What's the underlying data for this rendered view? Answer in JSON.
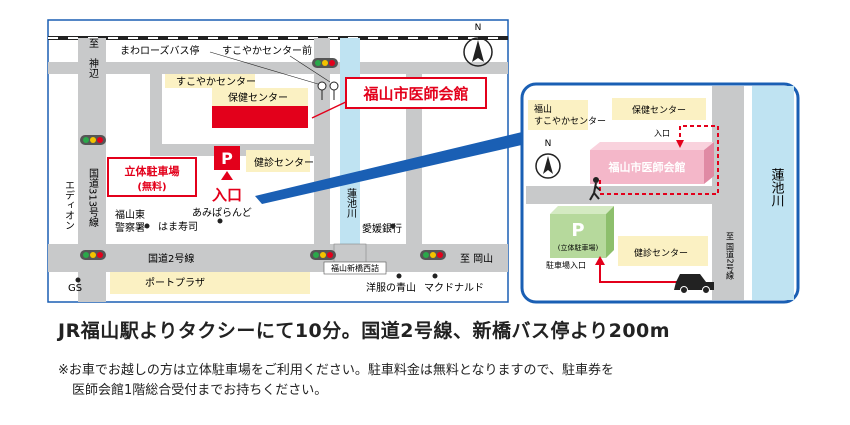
{
  "colors": {
    "red": "#e3001b",
    "blue": "#1a5fb4",
    "river": "#bfe3f2",
    "road": "#c8c9ca",
    "building": "#fbf1c3",
    "parking": "#b6d99c",
    "pink": "#f4b7c9"
  },
  "main_map": {
    "labels": {
      "to_kannabe": "至　神辺",
      "bus_stop_mawaro": "まわローズバス停",
      "bus_stop_sukoyaka": "すこやかセンター前",
      "sukoyaka_center": "すこやかセンター",
      "hoken_center": "保健センター",
      "ishikai_kaikan": "福山市医師会館",
      "parking_tower_line1": "立体駐車場",
      "parking_tower_line2": "(無料)",
      "parking_symbol": "P",
      "entrance": "入口",
      "kenshin_center": "健診センター",
      "route313": "国道313号線",
      "eddy_aeon": "エディオン",
      "police_line1": "福山東",
      "police_line2": "警察署",
      "hama_sushi": "はま寿司",
      "amipalando": "あみぱらんど",
      "hasuike_river": "蓮池川",
      "ehime_bank": "愛媛銀行",
      "route2": "国道2号線",
      "to_okayama": "至 岡山",
      "shinbashi_west": "福山新橋西詰",
      "gs": "GS",
      "port_plaza": "ポートプラザ",
      "yofuku_aoyama": "洋服の青山",
      "mcdonalds": "マクドナルド",
      "north": "N"
    }
  },
  "inset_map": {
    "labels": {
      "sukoyaka_line1": "福山",
      "sukoyaka_line2": "すこやかセンター",
      "hoken_center": "保健センター",
      "entrance": "入口",
      "ishikai_kaikan": "福山市医師会館",
      "parking_symbol": "P",
      "parking_tower": "(立体駐車場)",
      "kenshin_center": "健診センター",
      "parking_entrance": "駐車場入口",
      "route2_to": "至 国道2号線",
      "hasuike_river": "蓮池川",
      "north": "N"
    }
  },
  "access": {
    "headline": "JR福山駅よりタクシーにて10分。国道2号線、新橋バス停より200m",
    "note_line1": "※お車でお越しの方は立体駐車場をご利用ください。駐車料金は無料となりますので、駐車券を",
    "note_line2": "医師会館1階総合受付までお持ちください。"
  }
}
